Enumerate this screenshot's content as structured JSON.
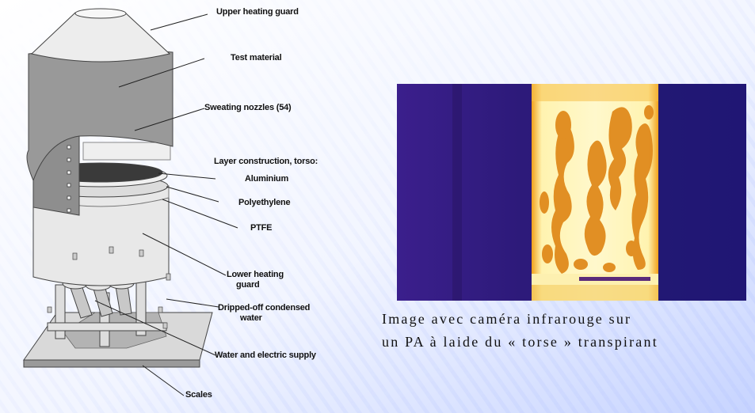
{
  "diagram": {
    "labels": {
      "upper_heating_guard": "Upper heating guard",
      "test_material": "Test material",
      "sweating_nozzles": "Sweating nozzles (54)",
      "layer_construction": "Layer construction, torso:",
      "aluminium": "Aluminium",
      "polyethylene": "Polyethylene",
      "ptfe": "PTFE",
      "lower_heating_guard_1": "Lower heating",
      "lower_heating_guard_2": "guard",
      "dripped_water_1": "Dripped-off condensed",
      "dripped_water_2": "water",
      "water_supply": "Water and electric supply",
      "scales": "Scales"
    }
  },
  "caption": {
    "line1": "Image avec caméra infrarouge sur",
    "line2": "un PA à laide du « torse » transpirant"
  },
  "colors": {
    "background": "#f4f7ff",
    "stripe": "#b9c8ff",
    "thermal_bg": "#3a1e8a",
    "thermal_hot": "#fff4b8",
    "thermal_warm": "#e08a1c"
  }
}
